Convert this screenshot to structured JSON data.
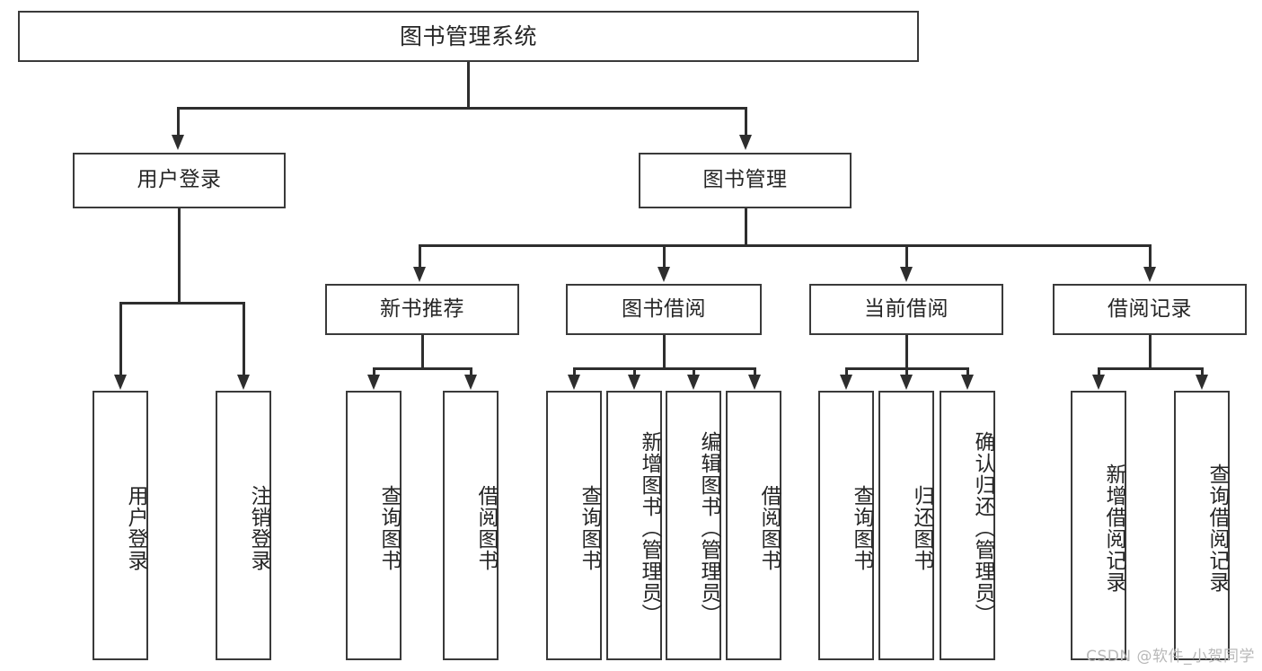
{
  "diagram": {
    "title": "图书管理系统",
    "type": "hierarchy-tree",
    "root": {
      "label": "图书管理系统"
    },
    "level2": [
      {
        "label": "用户登录"
      },
      {
        "label": "图书管理"
      }
    ],
    "level3": [
      {
        "label": "新书推荐"
      },
      {
        "label": "图书借阅"
      },
      {
        "label": "当前借阅"
      },
      {
        "label": "借阅记录"
      }
    ],
    "leaves": {
      "user_login": [
        {
          "label": "用户登录"
        },
        {
          "label": "注销登录"
        }
      ],
      "new_book_recommend": [
        {
          "label": "查询图书"
        },
        {
          "label": "借阅图书"
        }
      ],
      "book_borrow": [
        {
          "label": "查询图书"
        },
        {
          "label": "新增图书（管理员）"
        },
        {
          "label": "编辑图书（管理员）"
        },
        {
          "label": "借阅图书"
        }
      ],
      "current_borrow": [
        {
          "label": "查询图书"
        },
        {
          "label": "归还图书"
        },
        {
          "label": "确认归还（管理员）"
        }
      ],
      "borrow_record": [
        {
          "label": "新增借阅记录"
        },
        {
          "label": "查询借阅记录"
        }
      ]
    }
  },
  "watermark": {
    "text": "CSDN @软件_小贺同学"
  },
  "colors": {
    "border": "#3a3a3a",
    "line": "#2e2e2e",
    "text": "#262626",
    "background": "#ffffff",
    "watermark": "#b8b8b8"
  }
}
